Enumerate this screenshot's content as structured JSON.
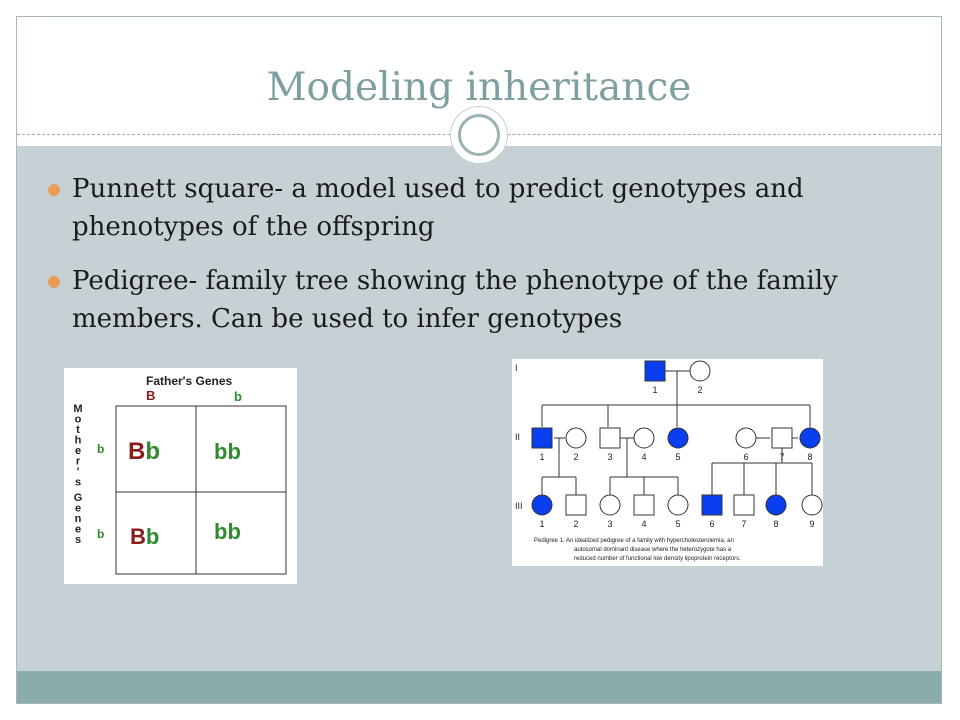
{
  "slide": {
    "title": "Modeling inheritance",
    "bullets": [
      {
        "text": "Punnett square- a model used to predict genotypes and phenotypes of the offspring"
      },
      {
        "text": "Pedigree- family tree showing the phenotype of the family members.  Can be used to infer genotypes"
      }
    ]
  },
  "punnett": {
    "header": "Father's Genes",
    "father_alleles": [
      "B",
      "b"
    ],
    "side_label": "Mother's Genes",
    "mother_alleles": [
      "b",
      "b"
    ],
    "cells": [
      {
        "dom": "B",
        "rec": "b"
      },
      {
        "dom": "",
        "rec": "bb"
      },
      {
        "dom": "B",
        "rec": "b"
      },
      {
        "dom": "",
        "rec": "bb"
      }
    ],
    "colors": {
      "dominant": "#8b1a1a",
      "recessive": "#2e8b2e"
    }
  },
  "pedigree": {
    "generations": [
      "I",
      "II",
      "III"
    ],
    "gen1_numbers": [
      "1",
      "2"
    ],
    "gen2_numbers": [
      "1",
      "2",
      "3",
      "4",
      "5",
      "6",
      "7",
      "8"
    ],
    "gen3_numbers": [
      "1",
      "2",
      "3",
      "4",
      "5",
      "6",
      "7",
      "8",
      "9"
    ],
    "caption_lines": [
      "Pedigree 1.  An idealized pedigree of a family with hypercholesterolemia, an",
      "autosomal dominant disease where the heterozygote has a",
      "reduced number of functional low density lipoprotein receptors."
    ],
    "affected_color": "#0a3ff0"
  },
  "colors": {
    "title": "#7e9fa0",
    "body_bg": "#c6d1d6",
    "footer": "#8aacad",
    "bullet": "#e99e57"
  }
}
